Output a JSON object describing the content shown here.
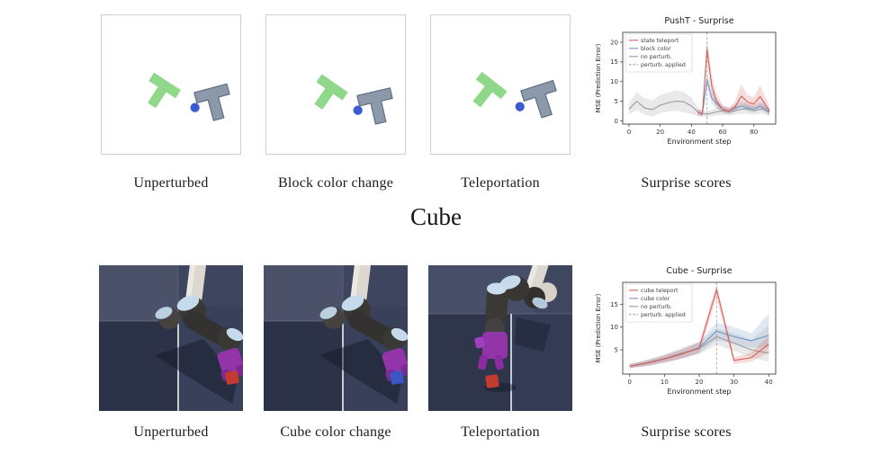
{
  "pusht_row": {
    "captions": [
      "Unperturbed",
      "Block color change",
      "Teleportation"
    ],
    "chart_caption": "Surprise scores"
  },
  "section_title": "Cube",
  "cube_row": {
    "captions": [
      "Unperturbed",
      "Cube color change",
      "Teleportation"
    ],
    "chart_caption": "Surprise scores"
  },
  "colors": {
    "tee_green": "#8fd88a",
    "tee_gray": "#8b99ab",
    "tee_gray_stroke": "#5f6e80",
    "agent_blue": "#3d5ad1",
    "cube_red": "#c23a30",
    "cube_blue": "#3b55c4",
    "chart_red": "#d65f57",
    "chart_blue": "#7397c5",
    "chart_gray": "#9b9b9b",
    "vline_gray": "#9e9e9e"
  },
  "chart_data": [
    {
      "type": "line",
      "title": "PushT - Surprise",
      "xlabel": "Environment step",
      "ylabel": "MSE (Prediction Error)",
      "xlim": [
        -4,
        94
      ],
      "ylim": [
        -0.8,
        22.5
      ],
      "xticks": [
        0,
        20,
        40,
        60,
        80
      ],
      "yticks": [
        0,
        5,
        10,
        15,
        20
      ],
      "grid": false,
      "legend_position": "upper left",
      "vline": {
        "x": 50,
        "label": "perturb. applied",
        "color": "#9e9e9e",
        "style": "dashed"
      },
      "series": [
        {
          "name": "state teleport",
          "color": "#d65f57",
          "x": [
            44,
            47,
            50,
            53,
            56,
            60,
            64,
            68,
            72,
            76,
            80,
            84,
            87,
            90
          ],
          "y": [
            2.2,
            1.8,
            18.2,
            9.0,
            5.0,
            3.0,
            2.5,
            3.6,
            6.3,
            4.8,
            4.3,
            6.2,
            4.4,
            2.5
          ],
          "lo": [
            1.4,
            1.2,
            15.4,
            6.5,
            3.4,
            2.1,
            1.8,
            2.5,
            4.2,
            3.2,
            3.0,
            3.8,
            2.8,
            1.5
          ],
          "hi": [
            3.0,
            2.6,
            21.0,
            11.5,
            7.0,
            4.0,
            3.3,
            5.0,
            9.3,
            6.6,
            6.0,
            9.0,
            6.4,
            3.7
          ]
        },
        {
          "name": "block color",
          "color": "#7397c5",
          "x": [
            44,
            47,
            50,
            53,
            56,
            60,
            64,
            68,
            72,
            76,
            80,
            84,
            87,
            90
          ],
          "y": [
            2.2,
            1.7,
            10.6,
            5.8,
            4.4,
            3.0,
            2.5,
            3.3,
            3.8,
            3.3,
            3.0,
            3.7,
            3.2,
            2.2
          ],
          "lo": [
            1.5,
            1.1,
            8.6,
            4.2,
            3.2,
            2.2,
            1.8,
            2.4,
            3.0,
            2.5,
            2.2,
            2.8,
            2.3,
            1.3
          ],
          "hi": [
            3.0,
            2.4,
            12.4,
            7.6,
            5.8,
            4.0,
            3.3,
            4.4,
            5.0,
            4.4,
            4.0,
            5.0,
            4.4,
            3.1
          ]
        },
        {
          "name": "no perturb.",
          "color": "#9b9b9b",
          "x": [
            0,
            5,
            10,
            15,
            20,
            25,
            30,
            35,
            40,
            45,
            50,
            55,
            60,
            65,
            70,
            75,
            80,
            85,
            90
          ],
          "y": [
            3.0,
            5.0,
            3.3,
            2.9,
            4.0,
            4.6,
            5.0,
            4.9,
            3.8,
            2.0,
            1.7,
            2.2,
            2.6,
            2.3,
            2.8,
            3.1,
            2.6,
            3.1,
            2.2
          ],
          "lo": [
            1.6,
            2.8,
            1.6,
            1.1,
            2.0,
            2.4,
            2.6,
            2.2,
            1.7,
            1.2,
            1.0,
            1.3,
            1.6,
            1.4,
            1.7,
            1.9,
            1.6,
            1.9,
            1.3
          ],
          "hi": [
            4.6,
            7.4,
            5.8,
            5.2,
            6.6,
            7.2,
            7.8,
            7.4,
            6.0,
            3.0,
            2.5,
            3.2,
            3.6,
            3.3,
            4.0,
            4.4,
            3.7,
            4.3,
            3.2
          ]
        }
      ]
    },
    {
      "type": "line",
      "title": "Cube - Surprise",
      "xlabel": "Environment step",
      "ylabel": "MSE (Prediction Error)",
      "xlim": [
        -2,
        42
      ],
      "ylim": [
        -0.3,
        19.8
      ],
      "xticks": [
        0,
        10,
        20,
        30,
        40
      ],
      "yticks": [
        5,
        10,
        15
      ],
      "grid": false,
      "legend_position": "upper left",
      "vline": {
        "x": 25,
        "label": "perturb. applied",
        "color": "#9e9e9e",
        "style": "dashed"
      },
      "series": [
        {
          "name": "cube teleport",
          "color": "#d65f57",
          "x": [
            0,
            5,
            10,
            15,
            20,
            25,
            30,
            35,
            40
          ],
          "y": [
            1.4,
            2.1,
            3.0,
            4.1,
            5.4,
            18.2,
            2.7,
            3.3,
            6.3
          ],
          "lo": [
            1.0,
            1.5,
            2.2,
            3.1,
            4.3,
            16.4,
            1.9,
            2.4,
            4.4
          ],
          "hi": [
            1.9,
            2.7,
            3.8,
            5.1,
            6.6,
            19.4,
            3.4,
            4.4,
            8.1
          ]
        },
        {
          "name": "cube color",
          "color": "#7397c5",
          "x": [
            0,
            5,
            10,
            15,
            20,
            25,
            30,
            35,
            40
          ],
          "y": [
            1.4,
            2.1,
            3.0,
            4.1,
            5.5,
            9.1,
            7.9,
            7.0,
            8.2
          ],
          "lo": [
            1.0,
            1.5,
            2.2,
            3.1,
            4.3,
            7.2,
            6.3,
            5.5,
            5.6
          ],
          "hi": [
            1.9,
            2.7,
            3.8,
            5.1,
            6.7,
            11.0,
            10.0,
            8.6,
            13.0
          ]
        },
        {
          "name": "no perturb.",
          "color": "#9b9b9b",
          "x": [
            0,
            5,
            10,
            15,
            20,
            25,
            30,
            35,
            40
          ],
          "y": [
            1.4,
            2.2,
            3.1,
            4.3,
            5.3,
            7.9,
            6.5,
            5.0,
            4.3
          ],
          "lo": [
            1.0,
            1.5,
            2.3,
            3.2,
            4.1,
            6.1,
            4.8,
            3.4,
            2.4
          ],
          "hi": [
            1.9,
            2.9,
            4.0,
            5.5,
            6.8,
            9.7,
            8.6,
            7.2,
            10.4
          ]
        }
      ]
    }
  ]
}
